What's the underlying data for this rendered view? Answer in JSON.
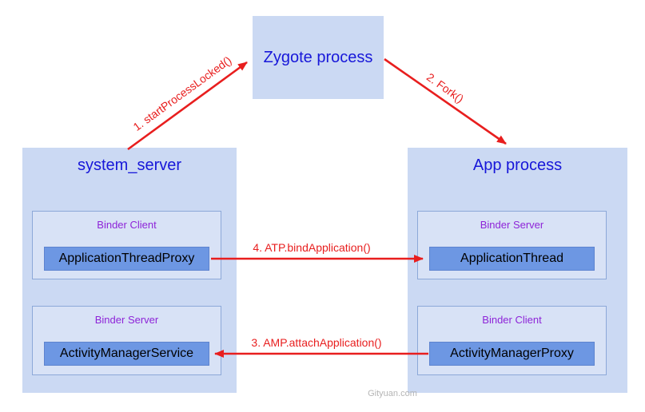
{
  "diagram": {
    "watermark": "Gityuan.com",
    "colors": {
      "process_fill": "#cbd9f3",
      "section_fill": "#d8e2f6",
      "section_border": "#8ca8d8",
      "class_fill": "#6d97e3",
      "class_border": "#5d83cf",
      "title_text": "#1717d9",
      "binder_label_text": "#8e24d8",
      "class_text": "#000000",
      "arrow": "#e81e1e",
      "watermark_text": "#b5b5b5"
    },
    "nodes": {
      "zygote": {
        "title": "Zygote process"
      },
      "system_server": {
        "title": "system_server",
        "sections": [
          {
            "label": "Binder Client",
            "class_name": "ApplicationThreadProxy"
          },
          {
            "label": "Binder Server",
            "class_name": "ActivityManagerService"
          }
        ]
      },
      "app_process": {
        "title": "App process",
        "sections": [
          {
            "label": "Binder Server",
            "class_name": "ApplicationThread"
          },
          {
            "label": "Binder Client",
            "class_name": "ActivityManagerProxy"
          }
        ]
      }
    },
    "arrows": [
      {
        "label": "1. startProcessLocked()",
        "from": "system_server",
        "to": "zygote"
      },
      {
        "label": "2. Fork()",
        "from": "zygote",
        "to": "app_process"
      },
      {
        "label": "4. ATP.bindApplication()",
        "from": "ApplicationThreadProxy",
        "to": "ApplicationThread"
      },
      {
        "label": "3. AMP.attachApplication()",
        "from": "ActivityManagerProxy",
        "to": "ActivityManagerService"
      }
    ]
  }
}
